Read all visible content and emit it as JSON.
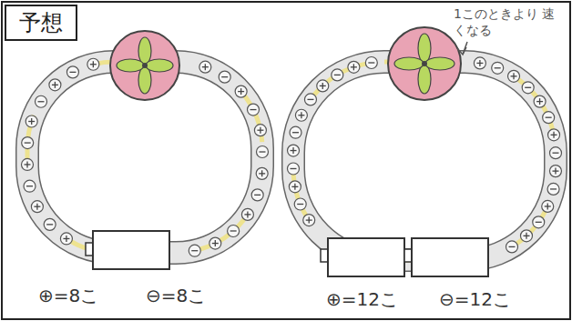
{
  "diagram": {
    "nodes": [
      {
        "text": [
          "予想"
        ]
      }
    ],
    "labels": [
      "1このときより 速くなる",
      "⊕=8こ",
      "⊖=8こ",
      "⊕=12こ",
      "⊖=12こ"
    ]
  }
}
